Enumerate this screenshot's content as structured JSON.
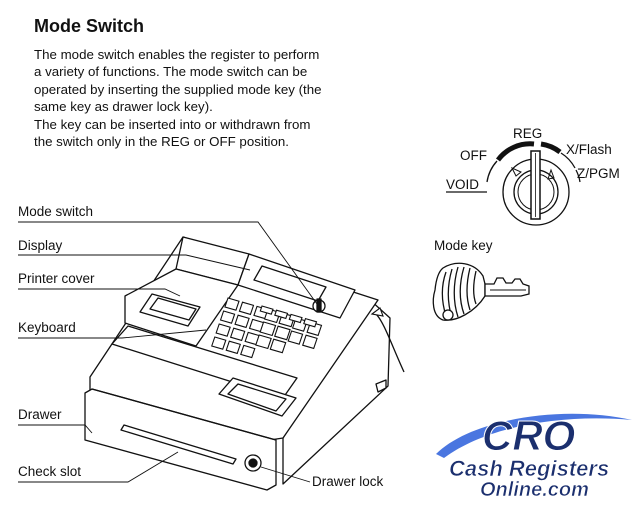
{
  "section": {
    "title": "Mode Switch",
    "paragraph_lines": [
      "The mode switch enables the register to perform",
      "a variety of functions.  The mode switch can be",
      "operated by inserting the supplied mode key (the",
      "same key as drawer lock key).",
      "The key can be inserted into or withdrawn from",
      "the switch only in the REG or OFF position."
    ]
  },
  "register_callouts": {
    "mode_switch": "Mode switch",
    "display": "Display",
    "printer_cover": "Printer cover",
    "keyboard": "Keyboard",
    "drawer": "Drawer",
    "check_slot": "Check slot",
    "drawer_lock": "Drawer lock"
  },
  "switch_positions": {
    "reg": "REG",
    "off": "OFF",
    "x_flash": "X/Flash",
    "z_pgm": "Z/PGM",
    "void": "VOID"
  },
  "mode_key_label": "Mode key",
  "logo": {
    "mark": "CRO",
    "line1": "Cash Registers",
    "line2": "Online.com",
    "colors": {
      "navy": "#1b2f6e",
      "blue": "#2d56c8",
      "swoosh": "#4a76e0"
    }
  }
}
